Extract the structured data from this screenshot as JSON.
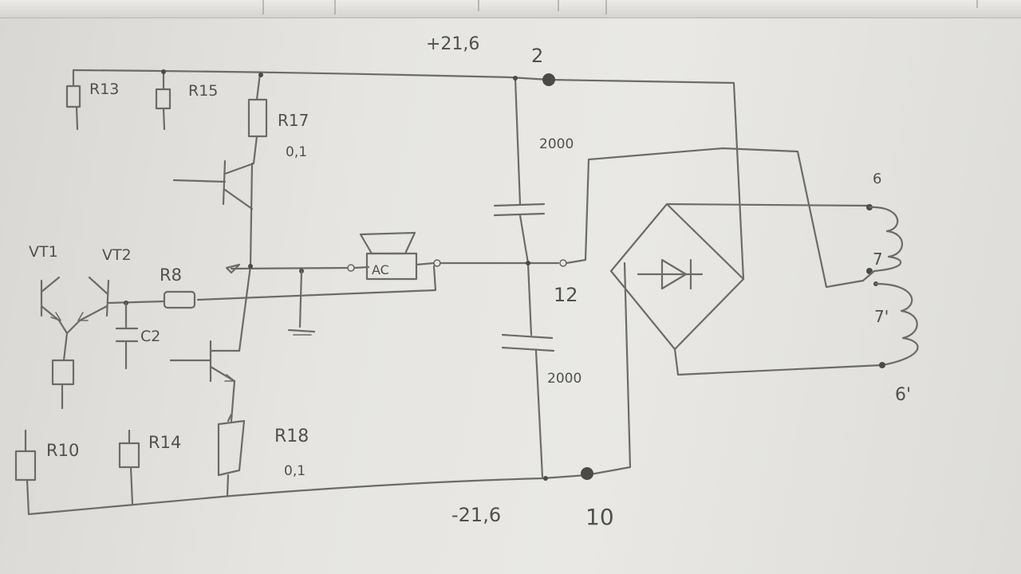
{
  "labels": {
    "r13": "R13",
    "r15": "R15",
    "r17": "R17",
    "r17_value": "0,1",
    "vt1": "VT1",
    "vt2": "VT2",
    "r8": "R8",
    "c2": "C2",
    "ac": "AC",
    "r10": "R10",
    "r14": "R14",
    "r18": "R18",
    "r18_value": "0,1",
    "v_pos": "+21,6",
    "v_neg": "-21,6",
    "node_2": "2",
    "node_10": "10",
    "node_12": "12",
    "cap_top": "2000",
    "cap_bottom": "2000",
    "tap_6": "6",
    "tap_7": "7",
    "tap_7p": "7'",
    "tap_6p": "6'"
  }
}
